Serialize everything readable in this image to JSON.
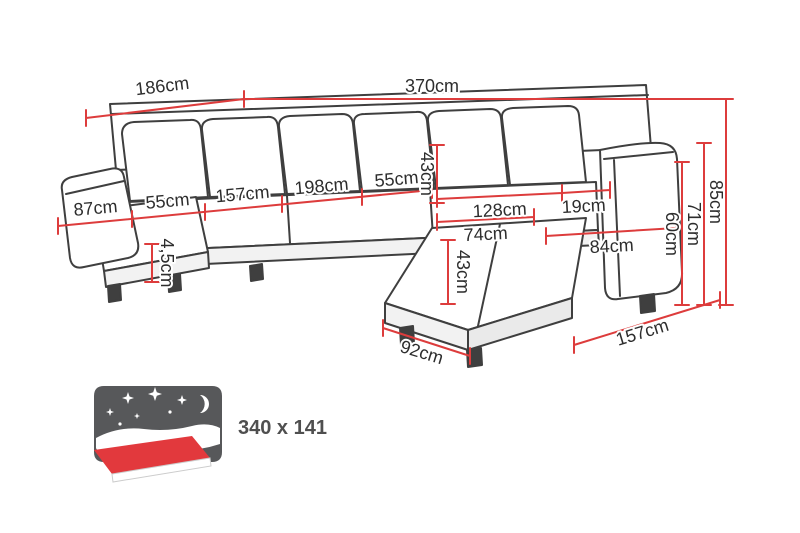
{
  "colors": {
    "dimension_red": "#dd3c3c",
    "outline_gray": "#3f3f3f",
    "label_dark": "#2d2d2d",
    "icon_gray": "#57585a",
    "icon_red": "#e2393d",
    "white": "#ffffff",
    "sleeping_label_gray": "#4f4f4f"
  },
  "dimension_labels": {
    "top": [
      "186cm",
      "370cm"
    ],
    "seat_row": [
      "87cm",
      "55cm",
      "157cm",
      "198cm",
      "55cm"
    ],
    "back_cushion_height": "43cm",
    "middle_row": [
      "128cm",
      "19cm",
      "74cm",
      "84cm"
    ],
    "left_front_height": "4,5cm",
    "chaise_depth": "43cm",
    "right_heights": [
      "60cm",
      "71cm",
      "85cm"
    ],
    "bottom": [
      "92cm",
      "157cm"
    ]
  },
  "sleeping_area": {
    "label": "340 x 141"
  }
}
